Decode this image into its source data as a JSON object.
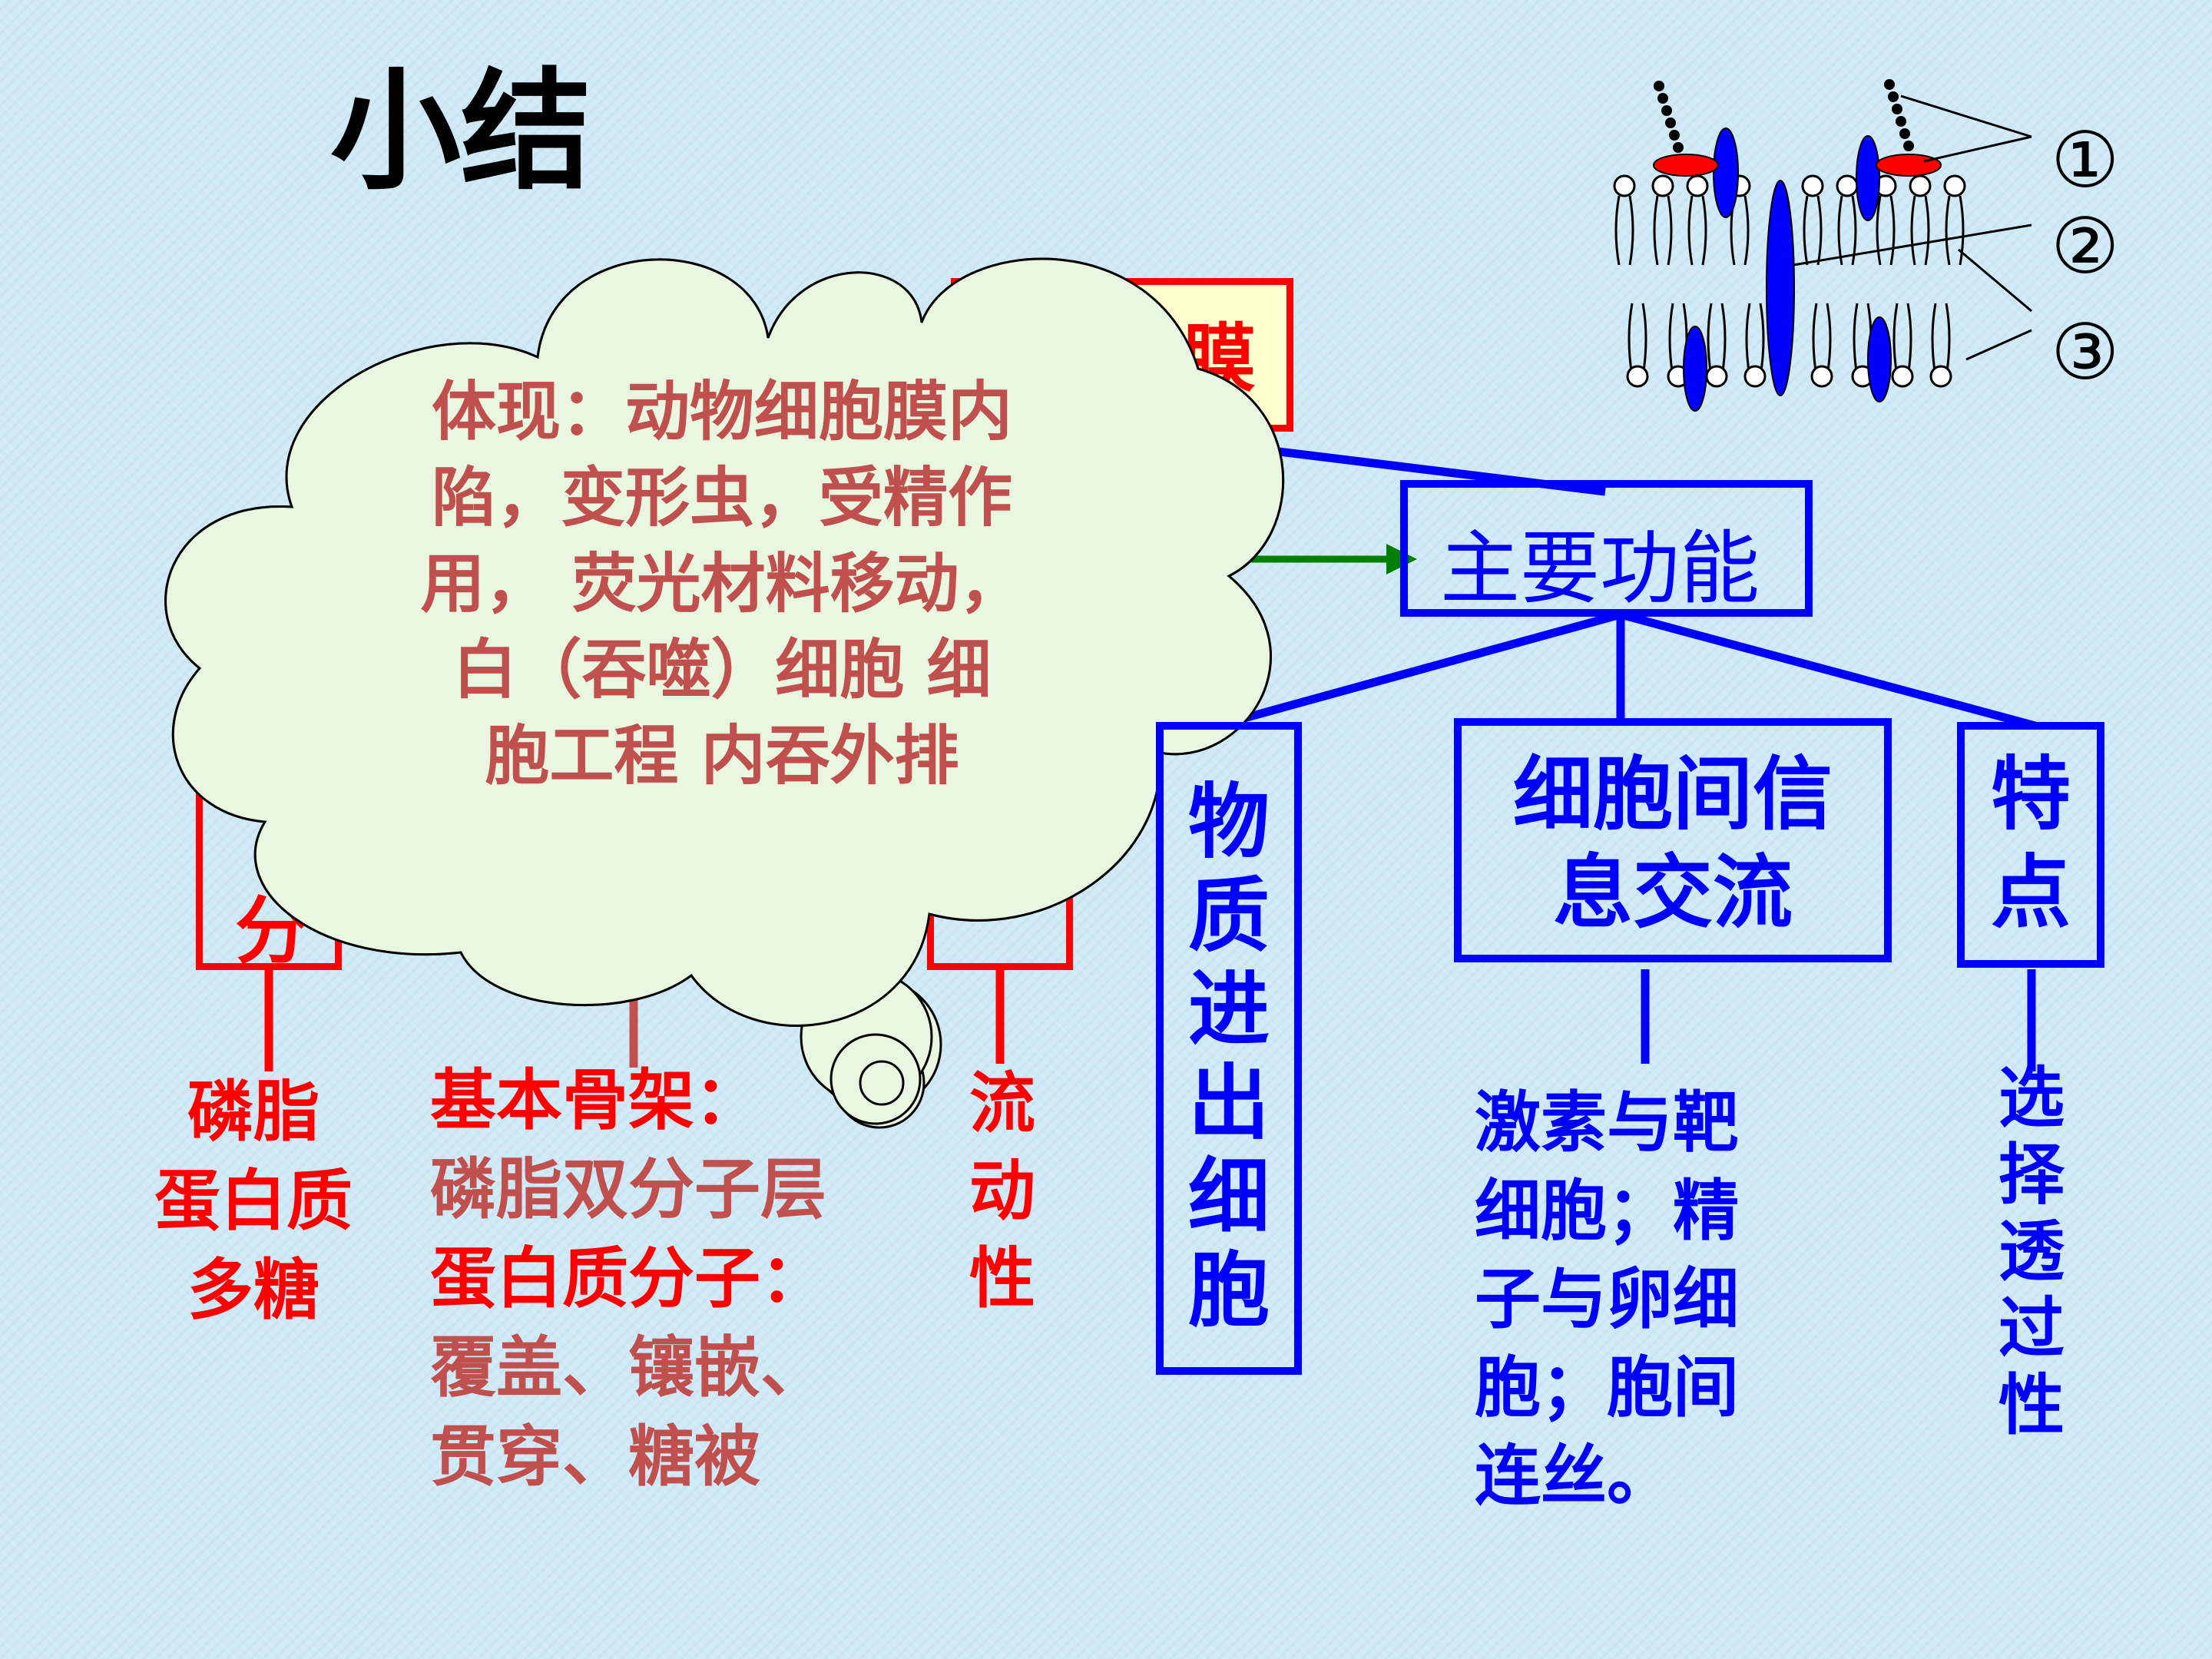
{
  "title": "小结",
  "top_box_partial": "膜",
  "main_function": "主要功能",
  "left_box_partial": "分",
  "substance_box": "物\n质\n进\n出\n细\n胞",
  "info_box": "细胞间信\n息交流",
  "feature_box": "特\n点",
  "composition": "磷脂\n蛋白质\n多糖",
  "structure": {
    "line1": "基本骨架：",
    "line2": "磷脂双分子层",
    "line3": "蛋白质分子：",
    "line4": "覆盖、镶嵌、",
    "line5": "贯穿、糖被"
  },
  "fluidity": "流\n动\n性",
  "info_examples": "激素与靶\n细胞；精\n子与卵细\n胞；胞间\n连丝。",
  "selective": "选\n择\n透\n过\n性",
  "cloud_text": "体现：动物细胞膜内\n陷，变形虫，受精作\n用，  荧光材料移动，\n白（吞噬）细胞  细\n胞工程 内吞外排",
  "membrane_labels": [
    "①",
    "②",
    "③"
  ],
  "colors": {
    "red": "#ff0000",
    "blue": "#0000ff",
    "brown": "#c0504d",
    "green": "#008000",
    "cloud": "#e9f7e1"
  }
}
